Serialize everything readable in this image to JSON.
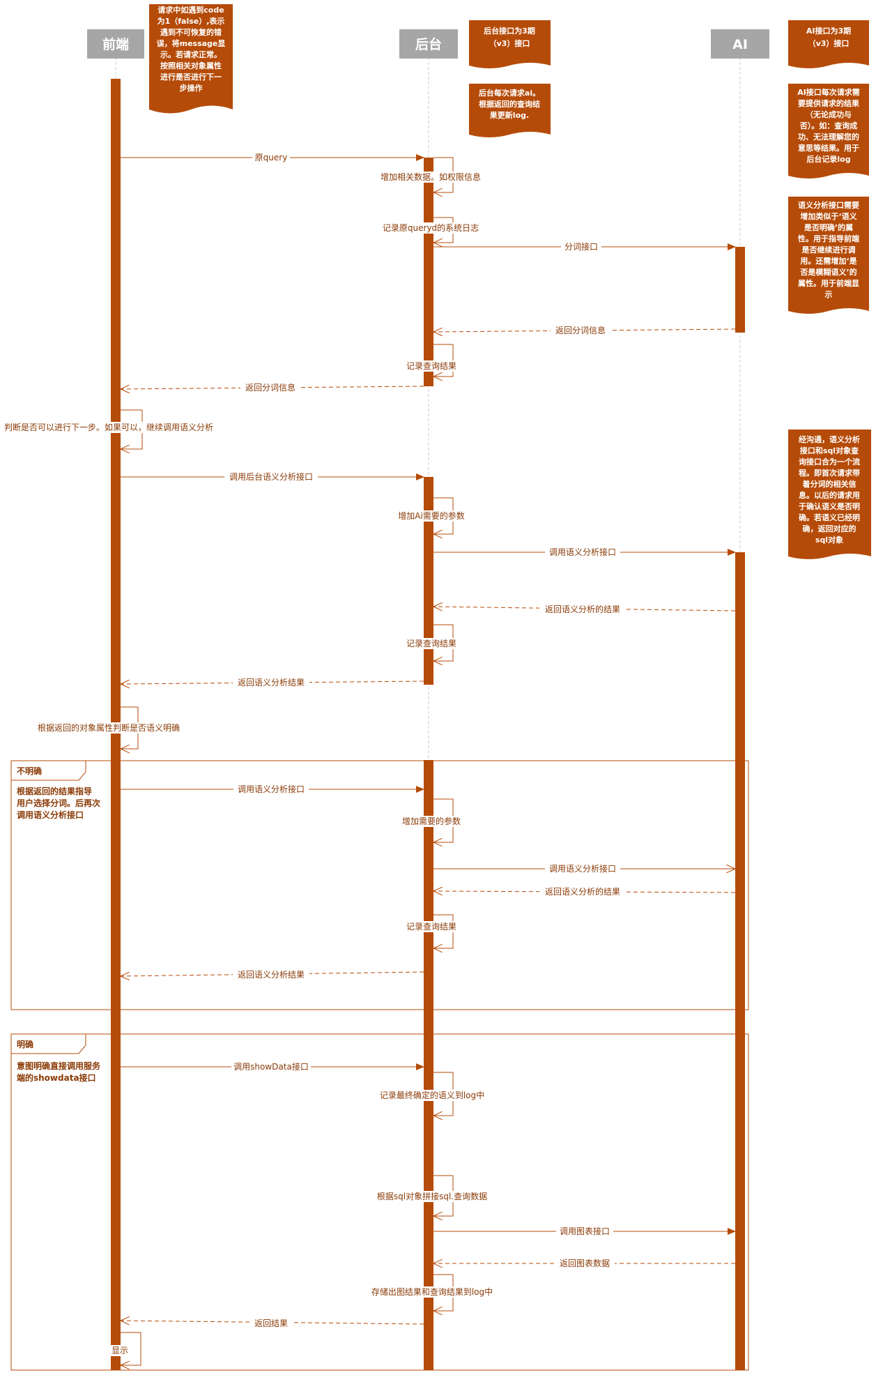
{
  "actors": {
    "frontend": "前端",
    "backend": "后台",
    "ai": "AI"
  },
  "notes": {
    "frontend_note": [
      "请求中如遇到code",
      "为1（false）,表示",
      "遇到不可恢复的错",
      "误，将message显",
      "示。若请求正常。",
      "按照相关对象属性",
      "进行是否进行下一",
      "步操作"
    ],
    "backend_v3": [
      "后台接口为3期",
      "（v3）接口"
    ],
    "backend_log": [
      "后台每次请求ai。",
      "根据返回的查询结",
      "果更新log."
    ],
    "ai_v3": [
      "AI接口为3期",
      "（v3）接口"
    ],
    "ai_log": [
      "AI接口每次请求需",
      "要提供请求的结果",
      "（无论成功与",
      "否）。如：查询成",
      "功、无法理解您的",
      "意思等结果。用于",
      "后台记录log"
    ],
    "semantic_attr": [
      "语义分析接口需要",
      "增加类似于‘语义",
      "是否明确’的属",
      "性。用于指导前端",
      "是否继续进行调",
      "用。还需增加‘是",
      "否是模糊语义’的",
      "属性。用于前端显",
      "示"
    ],
    "merge_note": [
      "经沟通，语义分析",
      "接口和sql对象查",
      "询接口合为一个流",
      "程。即首次请求带",
      "着分词的相关信",
      "息。以后的请求用",
      "于确认语义是否明",
      "确。若语义已经明",
      "确，返回对应的",
      "sql对象"
    ]
  },
  "messages": {
    "m1": "原query",
    "m2": "增加相关数据。如权限信息",
    "m3": "记录原queryd的系统日志",
    "m4": "分词接口",
    "m5": "返回分词信息",
    "m6": "记录查询结果",
    "m7": "返回分词信息",
    "m8": "判断是否可以进行下一步。如果可以，继续调用语义分析",
    "m9": "调用后台语义分析接口",
    "m10": "增加Ai需要的参数",
    "m11": "调用语义分析接口",
    "m12": "返回语义分析的结果",
    "m13": "记录查询结果",
    "m14": "返回语义分析结果",
    "m15": "根据返回的对象属性判断是否语义明确",
    "f1_m1": "调用语义分析接口",
    "f1_m2": "增加需要的参数",
    "f1_m3": "调用语义分析接口",
    "f1_m4": "返回语义分析的结果",
    "f1_m5": "记录查询结果",
    "f1_m6": "返回语义分析结果",
    "f2_m1": "调用showData接口",
    "f2_m2": "记录最终确定的语义到log中",
    "f2_m3": "根据sql对象拼接sql.查询数据",
    "f2_m4": "调用图表接口",
    "f2_m5": "返回图表数据",
    "f2_m6": "存储出图结果和查询结果到log中",
    "f2_m7": "返回结果",
    "f2_m8": "显示"
  },
  "frames": {
    "unclear_title": "不明确",
    "unclear_cond": [
      "根据返回的结果指导",
      "用户选择分词。后再次",
      "调用语义分析接口"
    ],
    "clear_title": "明确",
    "clear_cond": [
      "意图明确直接调用服务",
      "端的showdata接口"
    ]
  },
  "colors": {
    "accent": "#b54b08",
    "actor_box": "#a6a6a6",
    "label": "#8a3a06"
  }
}
